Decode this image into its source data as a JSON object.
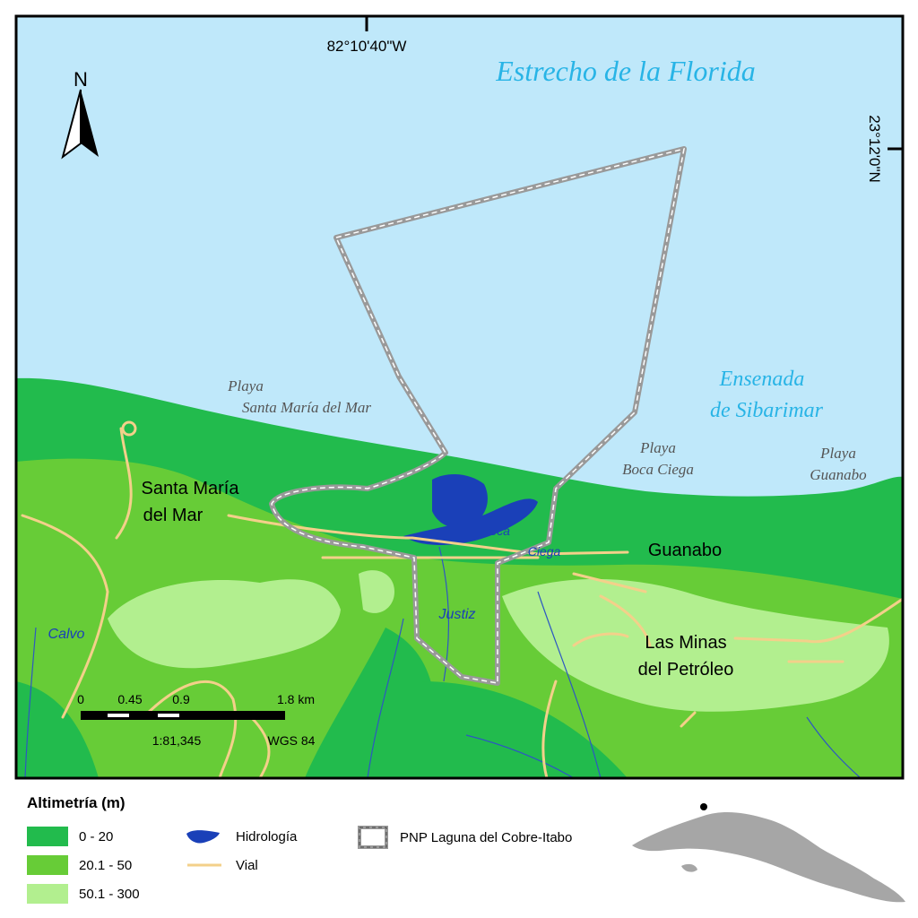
{
  "map": {
    "coords": {
      "longitude": "82°10'40\"W",
      "latitude": "23°12'0\"N"
    },
    "north_label": "N",
    "water_labels": {
      "strait": "Estrecho de la Florida",
      "bay_line1": "Ensenada",
      "bay_line2": "de Sibarimar"
    },
    "beaches": [
      {
        "line1": "Playa",
        "line2": "Santa María del Mar"
      },
      {
        "line1": "Playa",
        "line2": "Boca Ciega"
      },
      {
        "line1": "Playa",
        "line2": "Guanabo"
      }
    ],
    "places": [
      {
        "line1": "Santa María",
        "line2": "del Mar"
      },
      {
        "line1": "Guanabo",
        "line2": ""
      },
      {
        "line1": "Las Minas",
        "line2": "del Petróleo"
      }
    ],
    "river_labels": [
      "Boca",
      "Ciega",
      "Justiz",
      "Calvo"
    ],
    "scale_bar": {
      "ticks": [
        "0",
        "0.45",
        "0.9",
        "1.8 km"
      ],
      "ratio": "1:81,345",
      "datum": "WGS 84"
    }
  },
  "legend": {
    "title": "Altimetría (m)",
    "elevation_classes": [
      {
        "label": "0 - 20",
        "color": "#22bb4d"
      },
      {
        "label": "20.1 - 50",
        "color": "#67cc37"
      },
      {
        "label": "50.1 - 300",
        "color": "#b2ef8f"
      }
    ],
    "hydrology_label": "Hidrología",
    "road_label": "Vial",
    "park_label": "PNP Laguna del Cobre-Itabo"
  },
  "colors": {
    "sea": "#bfe8fa",
    "water_body": "#1a40b8",
    "road": "#f3d08a",
    "park_border": "#999999",
    "label_water": "#28b4e6"
  }
}
